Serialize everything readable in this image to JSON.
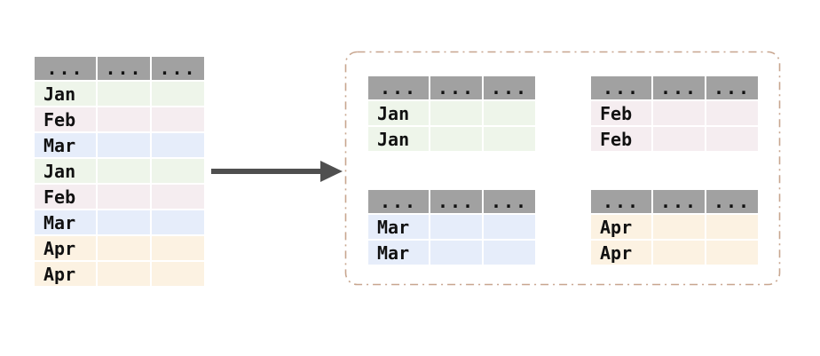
{
  "colors": {
    "header_bg": "#a1a1a1",
    "jan": "#eef5ea",
    "feb": "#f5edf0",
    "mar": "#e6edfa",
    "apr": "#fcf2e2",
    "group_border": "#c8a68f",
    "arrow": "#4f4f4f",
    "text": "#111111"
  },
  "source_table": {
    "header": [
      "...",
      "...",
      "..."
    ],
    "rows": [
      {
        "label": "Jan",
        "group": "jan"
      },
      {
        "label": "Feb",
        "group": "feb"
      },
      {
        "label": "Mar",
        "group": "mar"
      },
      {
        "label": "Jan",
        "group": "jan"
      },
      {
        "label": "Feb",
        "group": "feb"
      },
      {
        "label": "Mar",
        "group": "mar"
      },
      {
        "label": "Apr",
        "group": "apr"
      },
      {
        "label": "Apr",
        "group": "apr"
      }
    ]
  },
  "groups": [
    {
      "name": "jan",
      "header": [
        "...",
        "...",
        "..."
      ],
      "rows": [
        "Jan",
        "Jan"
      ]
    },
    {
      "name": "feb",
      "header": [
        "...",
        "...",
        "..."
      ],
      "rows": [
        "Feb",
        "Feb"
      ]
    },
    {
      "name": "mar",
      "header": [
        "...",
        "...",
        "..."
      ],
      "rows": [
        "Mar",
        "Mar"
      ]
    },
    {
      "name": "apr",
      "header": [
        "...",
        "...",
        "..."
      ],
      "rows": [
        "Apr",
        "Apr"
      ]
    }
  ]
}
